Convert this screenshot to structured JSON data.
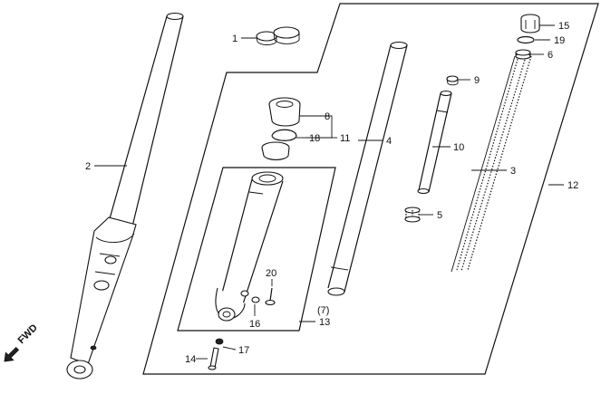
{
  "callouts": {
    "c1": "1",
    "c2": "2",
    "c3": "3",
    "c4": "4",
    "c5": "5",
    "c6": "6",
    "c7": "(7)",
    "c8": "8",
    "c9": "9",
    "c10": "10",
    "c11": "11",
    "c12": "12",
    "c13": "13",
    "c14": "14",
    "c15": "15",
    "c16": "16",
    "c17": "17",
    "c18": "18",
    "c19": "19",
    "c20": "20"
  },
  "direction_label": "FWD"
}
